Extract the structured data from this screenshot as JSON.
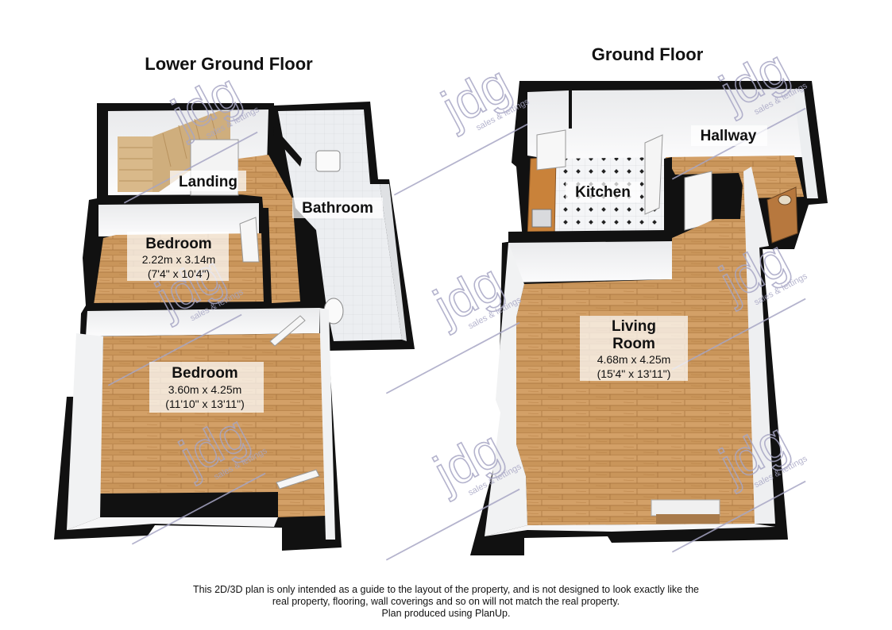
{
  "floors": [
    {
      "title": "Lower Ground Floor",
      "rooms": [
        {
          "name": "Landing",
          "metric": "",
          "imperial": ""
        },
        {
          "name": "Bathroom",
          "metric": "",
          "imperial": ""
        },
        {
          "name": "Bedroom",
          "metric": "2.22m x 3.14m",
          "imperial": "(7'4\" x 10'4\")"
        },
        {
          "name": "Bedroom",
          "metric": "3.60m x 4.25m",
          "imperial": "(11'10\" x 13'11\")"
        }
      ]
    },
    {
      "title": "Ground Floor",
      "rooms": [
        {
          "name": "Hallway",
          "metric": "",
          "imperial": ""
        },
        {
          "name": "Kitchen",
          "metric": "",
          "imperial": ""
        },
        {
          "name": "Living",
          "name2": "Room",
          "metric": "4.68m x 4.25m",
          "imperial": "(15'4\" x 13'11\")"
        }
      ]
    }
  ],
  "watermark": {
    "logo": "jdg",
    "tagline": "sales & lettings"
  },
  "disclaimer": {
    "line1": "This 2D/3D plan is only intended as a guide to the layout of the property, and is not designed to look exactly like the",
    "line2": "real property, flooring, wall coverings and so on will not match the real property.",
    "line3": "Plan produced using PlanUp."
  },
  "colors": {
    "wall": "#111111",
    "wood": "#c9955a",
    "wood_dark": "#a5723c",
    "tile": "#eef0f3",
    "watermark": "#a7a6c4"
  }
}
